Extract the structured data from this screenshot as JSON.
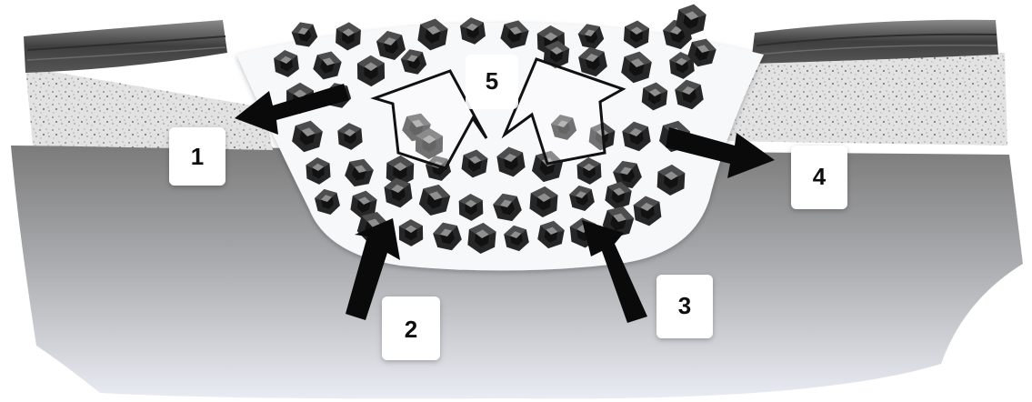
{
  "colors": {
    "background": "#ffffff",
    "tissue_top": "#7d7d7d",
    "tissue_bottom": "#e9ecf3",
    "skin_surface": "#4a4a4a",
    "dermis_speckle": "#d9d9d9",
    "wound_bed": "#f6f7f9",
    "particle_dark": "#2a2a2a",
    "particle_light": "#9a9a9a",
    "arrow": "#0a0a0a",
    "label_box": "#ffffff",
    "label_text": "#111111"
  },
  "labels": [
    {
      "id": "1",
      "text": "1"
    },
    {
      "id": "2",
      "text": "2"
    },
    {
      "id": "3",
      "text": "3"
    },
    {
      "id": "4",
      "text": "4"
    },
    {
      "id": "5",
      "text": "5"
    }
  ],
  "icons": {
    "particle": "hexagonal-crystal-particle",
    "arrow": "solid-black-arrow",
    "outline_arrow": "hollow-outline-arrow"
  }
}
